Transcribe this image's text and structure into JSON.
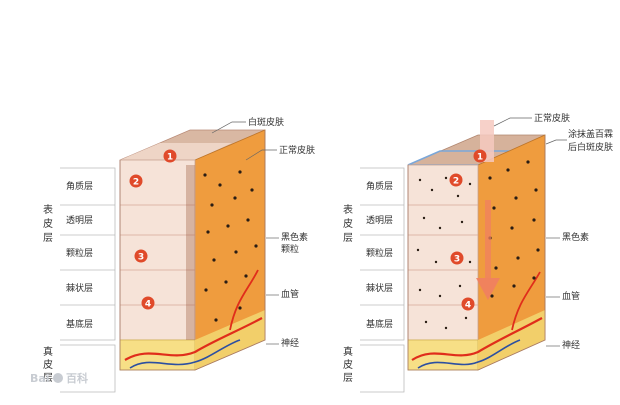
{
  "colors": {
    "epidermis": "#f6e3d8",
    "stratum_line": "#d7a998",
    "melanin_zone": "#ec9a3e",
    "dermis": "#f7df86",
    "artery": "#e02d1b",
    "vein": "#2c4fa1",
    "marker": "#e04a2a",
    "arrow": "#f08060",
    "treated_surface": "#7aa7d9"
  },
  "left_panel": {
    "callouts": {
      "top": "白斑皮肤",
      "normal": "正常皮肤",
      "melanin": "黑色素",
      "granules": "颗粒",
      "vessel": "血管",
      "nerve": "神经"
    },
    "markers": [
      "1",
      "2",
      "3",
      "4"
    ]
  },
  "right_panel": {
    "callouts": {
      "top": "正常皮肤",
      "applied_line1": "涂抹盖百霖",
      "applied_line2": "后白斑皮肤",
      "melanin": "黑色素",
      "vessel": "血管",
      "nerve": "神经"
    },
    "markers": [
      "1",
      "2",
      "3",
      "4"
    ]
  },
  "layers": {
    "epidermis_group": [
      "表",
      "皮",
      "层"
    ],
    "dermis_group": [
      "真",
      "皮",
      "层"
    ],
    "strata": [
      "角质层",
      "透明层",
      "颗粒层",
      "棘状层",
      "基底层"
    ]
  },
  "watermark": {
    "brand_left": "Bai",
    "brand_right": "百科"
  }
}
